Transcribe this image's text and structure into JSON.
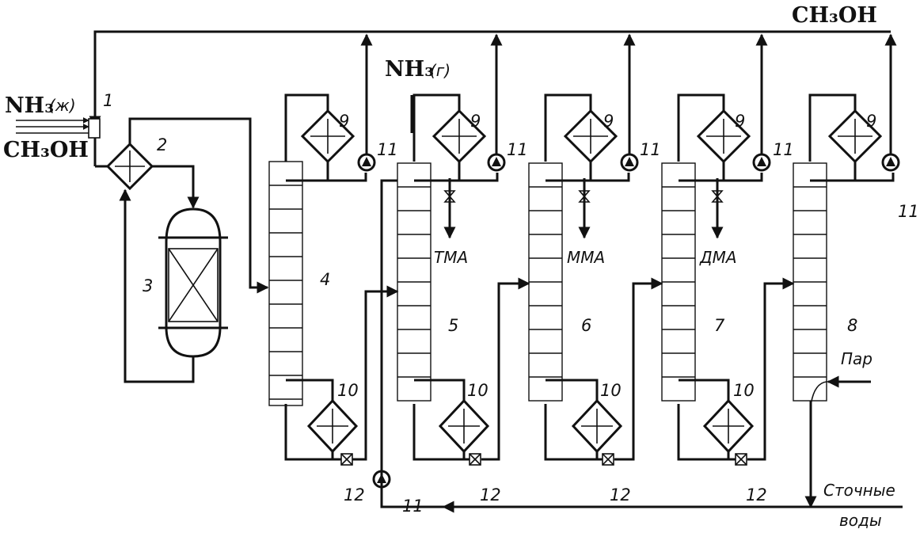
{
  "labels": {
    "methanol_top": "CH₃OH",
    "nh3_gas": "NH₃",
    "nh3_gas_state": "(г)",
    "nh3_liquid": "NH₃",
    "nh3_liquid_state": "(ж)",
    "methanol_feed": "CH₃OH",
    "steam": "Пар",
    "wastewater_line1": "Сточные",
    "wastewater_line2": "воды"
  },
  "products": {
    "tma": "ТМА",
    "mma": "ММА",
    "dma": "ДМА"
  },
  "numbers": {
    "n1": "1",
    "n2": "2",
    "n3": "3",
    "n4": "4",
    "n5": "5",
    "n6": "6",
    "n7": "7",
    "n8": "8",
    "n9": "9",
    "n10": "10",
    "n11": "11",
    "n12": "12"
  }
}
